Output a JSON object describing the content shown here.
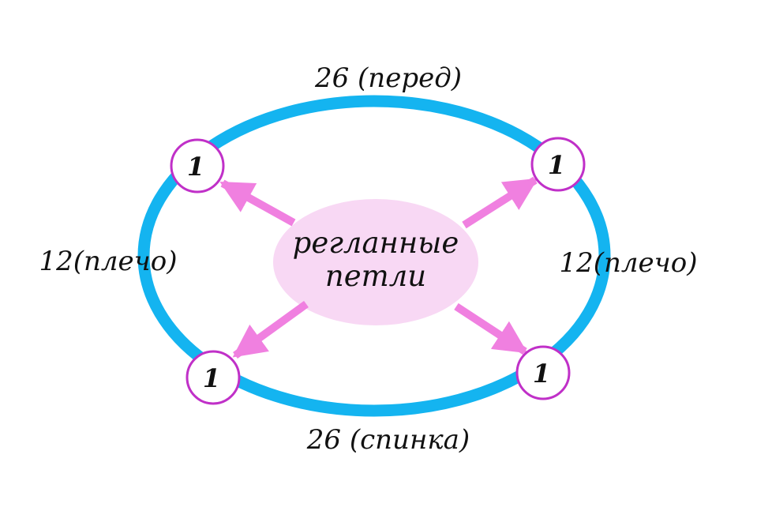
{
  "labels": {
    "top": "26 (перед)",
    "bottom": "26 (спинка)",
    "left": "12(плечо)",
    "right": "12(плечо)"
  },
  "center": {
    "line1": "регланные",
    "line2": "петли"
  },
  "nodes": [
    "1",
    "1",
    "1",
    "1"
  ],
  "colors": {
    "ring": "#14b4f0",
    "center_fill": "#f8d8f4",
    "arrow": "#f080e0",
    "node_stroke": "#c030c8"
  }
}
